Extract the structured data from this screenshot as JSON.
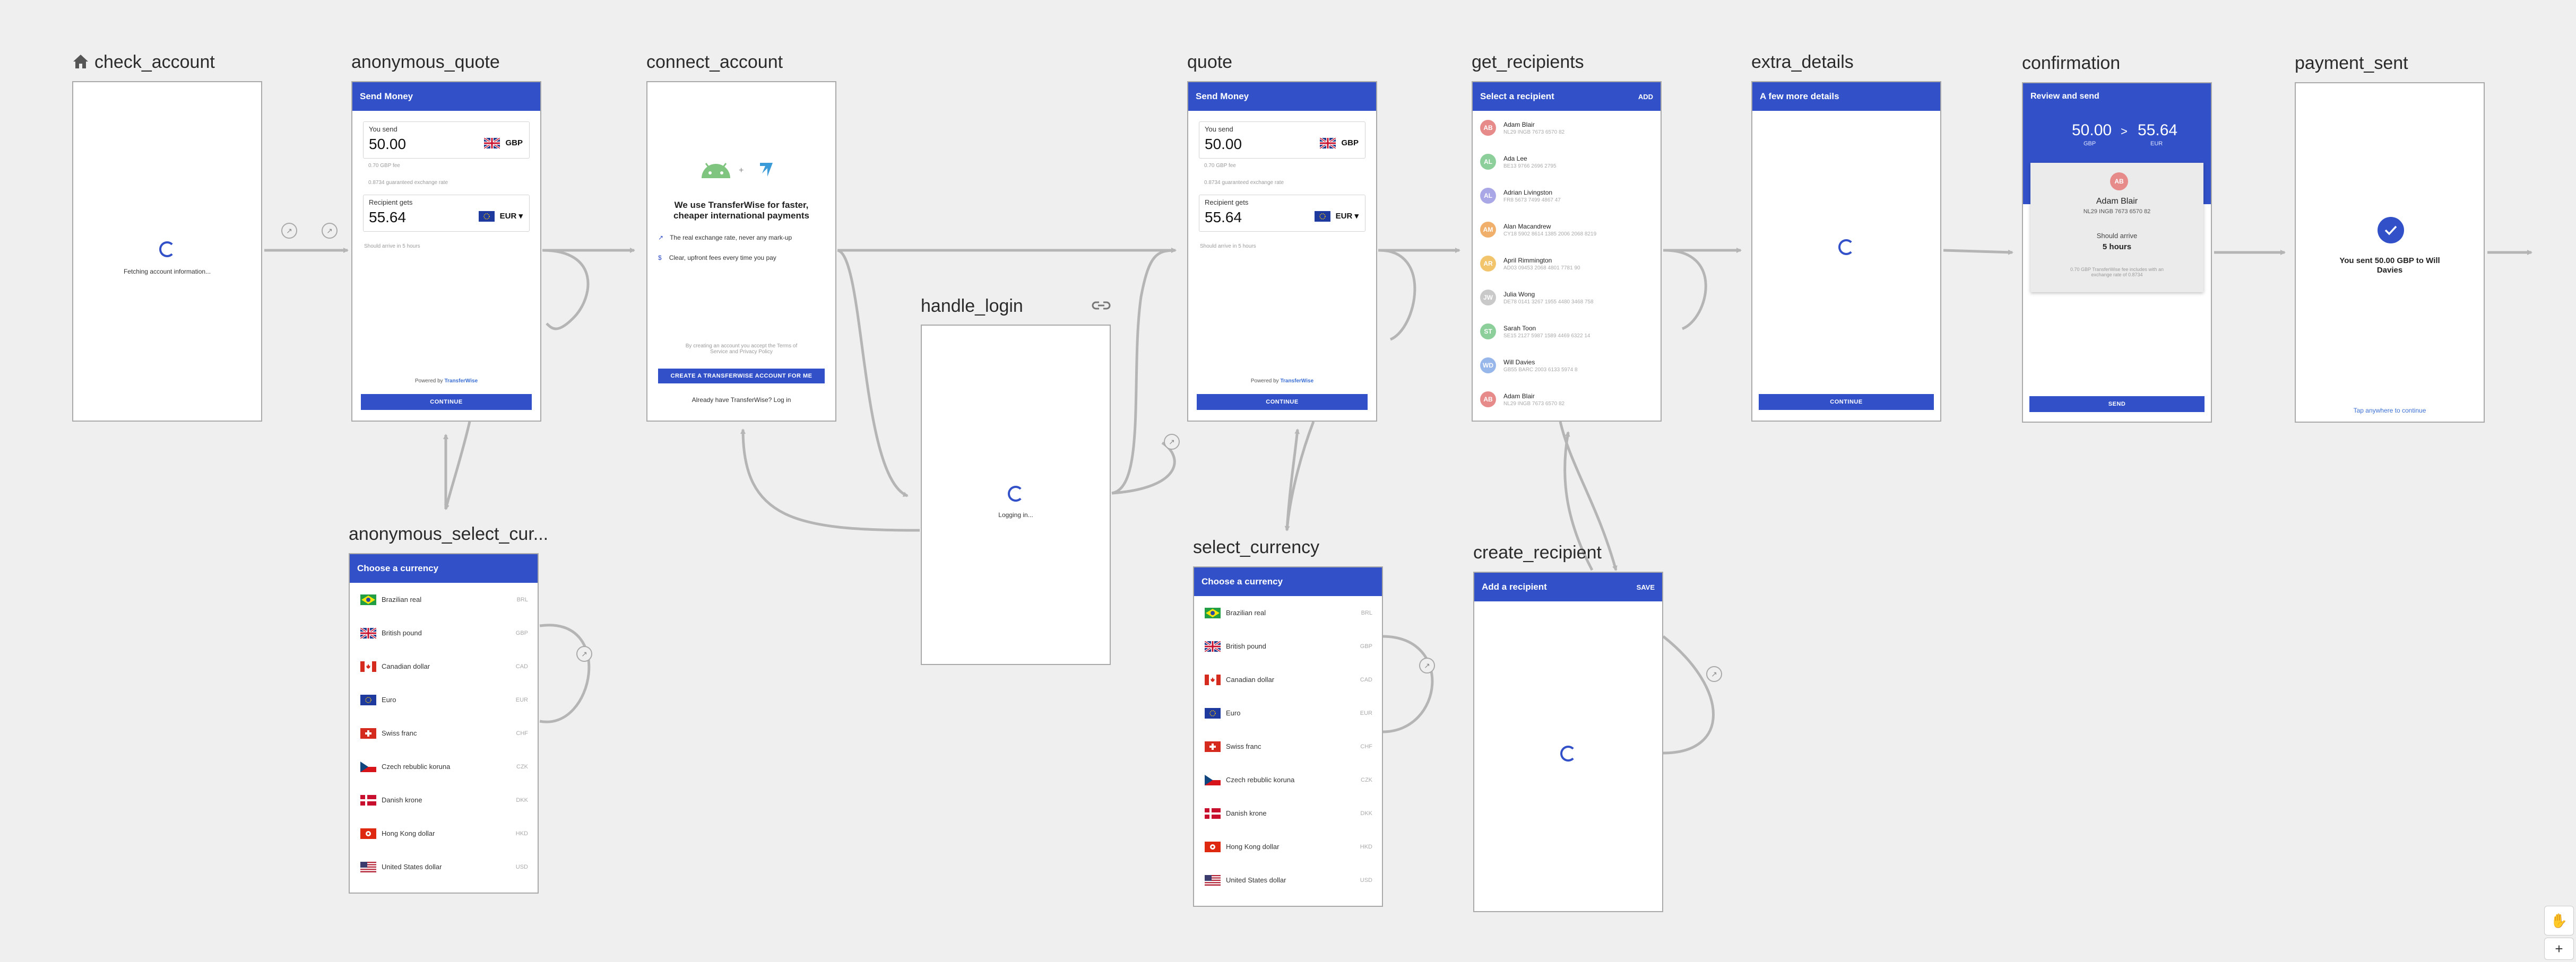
{
  "nodes": {
    "check_account": {
      "title": "check_account",
      "loading_text": "Fetching account information..."
    },
    "anonymous_quote": {
      "title": "anonymous_quote",
      "appbar": "Send Money",
      "you_send_label": "You send",
      "you_send_amount": "50.00",
      "you_send_currency": "GBP",
      "fee": "0.70 GBP fee",
      "rate": "0.8734 guaranteed exchange rate",
      "recipient_label": "Recipient gets",
      "recipient_amount": "55.64",
      "recipient_currency": "EUR",
      "arrival": "Should arrive in 5 hours",
      "powered_by": "Powered by",
      "brand": "TransferWise",
      "button": "CONTINUE"
    },
    "connect_account": {
      "title": "connect_account",
      "headline": "We use TransferWise for faster, cheaper international payments",
      "bullet1": "The real exchange rate, never any mark-up",
      "bullet2": "Clear, upfront fees every time you pay",
      "terms": "By creating an account you accept the Terms of Service and Privacy Policy",
      "button": "CREATE A TRANSFERWISE ACCOUNT FOR ME",
      "login_text": "Already have TransferWise? Log in"
    },
    "handle_login": {
      "title": "handle_login",
      "loading_text": "Logging in..."
    },
    "quote": {
      "title": "quote",
      "appbar": "Send Money",
      "you_send_label": "You send",
      "you_send_amount": "50.00",
      "you_send_currency": "GBP",
      "fee": "0.70 GBP fee",
      "rate": "0.8734 guaranteed exchange rate",
      "recipient_label": "Recipient gets",
      "recipient_amount": "55.64",
      "recipient_currency": "EUR",
      "arrival": "Should arrive in 5 hours",
      "powered_by": "Powered by",
      "brand": "TransferWise",
      "button": "CONTINUE"
    },
    "get_recipients": {
      "title": "get_recipients",
      "appbar": "Select a recipient",
      "action": "ADD",
      "recipients": [
        {
          "initials": "AB",
          "name": "Adam Blair",
          "account": "NL29 INGB 7673 6570 82",
          "color": "#e78a8a"
        },
        {
          "initials": "AL",
          "name": "Ada Lee",
          "account": "BE13 9766 2696 2795",
          "color": "#8ccf9b"
        },
        {
          "initials": "AL",
          "name": "Adrian Livingston",
          "account": "FR8 5673 7499 4867 47",
          "color": "#a9a7e6"
        },
        {
          "initials": "AM",
          "name": "Alan Macandrew",
          "account": "CY18 5902 8614 1385 2006 2068 8219",
          "color": "#f0b06b"
        },
        {
          "initials": "AR",
          "name": "April Rimmington",
          "account": "AD03 09453 2068 4801 7781 90",
          "color": "#f2c46b"
        },
        {
          "initials": "JW",
          "name": "Julia Wong",
          "account": "DE78 0141 3267 1955 4480 3468 758",
          "color": "#c9c9c9"
        },
        {
          "initials": "ST",
          "name": "Sarah Toon",
          "account": "SE15 2127 5987 1589 4469 6322 14",
          "color": "#8ccf9b"
        },
        {
          "initials": "WD",
          "name": "Will Davies",
          "account": "GB55 BARC 2003 6133 5974 8",
          "color": "#97b6ea"
        },
        {
          "initials": "AB",
          "name": "Adam Blair",
          "account": "NL29 INGB 7673 6570 82",
          "color": "#e78a8a"
        }
      ]
    },
    "extra_details": {
      "title": "extra_details",
      "appbar": "A few more details",
      "button": "CONTINUE"
    },
    "confirmation": {
      "title": "confirmation",
      "appbar": "Review and send",
      "send_amount": "50.00",
      "send_currency": "GBP",
      "receive_amount": "55.64",
      "receive_currency": "EUR",
      "avatar": "AB",
      "recipient_name": "Adam Blair",
      "recipient_account": "NL29 INGB 7673 6570 82",
      "should_arrive": "Should arrive",
      "arrival_time": "5 hours",
      "fee_note": "0.70 GBP TransferWise fee includes with an exchange rate of 0.8734",
      "button": "SEND"
    },
    "payment_sent": {
      "title": "payment_sent",
      "message": "You sent 50.00 GBP to Will Davies",
      "tap_text": "Tap anywhere to continue"
    },
    "anonymous_select_currency": {
      "title": "anonymous_select_cur...",
      "appbar": "Choose a currency"
    },
    "select_currency": {
      "title": "select_currency",
      "appbar": "Choose a currency"
    },
    "create_recipient": {
      "title": "create_recipient",
      "appbar": "Add a recipient",
      "action": "SAVE"
    }
  },
  "currencies": [
    {
      "name": "Brazilian real",
      "code": "BRL",
      "flag": "brazil-flag"
    },
    {
      "name": "British pound",
      "code": "GBP",
      "flag": "uk-flag"
    },
    {
      "name": "Canadian dollar",
      "code": "CAD",
      "flag": "canada-flag"
    },
    {
      "name": "Euro",
      "code": "EUR",
      "flag": "eu-flag"
    },
    {
      "name": "Swiss franc",
      "code": "CHF",
      "flag": "swiss-flag"
    },
    {
      "name": "Czech rebublic koruna",
      "code": "CZK",
      "flag": "czech-flag"
    },
    {
      "name": "Danish krone",
      "code": "DKK",
      "flag": "denmark-flag"
    },
    {
      "name": "Hong Kong dollar",
      "code": "HKD",
      "flag": "hong-kong-flag"
    },
    {
      "name": "United States dollar",
      "code": "USD",
      "flag": "usa-flag"
    }
  ],
  "colors": {
    "brand_blue": "#3251c8",
    "canvas": "#efefef",
    "edge": "#b5b5b5"
  }
}
